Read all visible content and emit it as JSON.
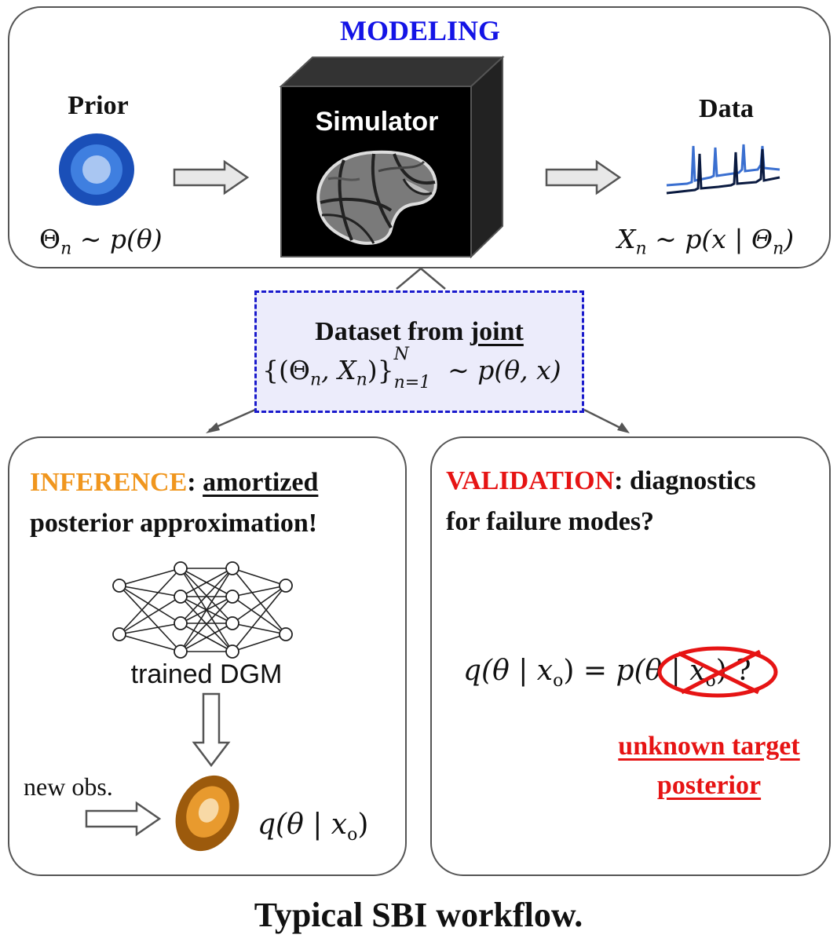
{
  "modeling": {
    "title": "MODELING",
    "prior_label": "Prior",
    "prior_formula": {
      "var": "Θ",
      "sub": "n",
      "rel": " ∼ ",
      "func": "p(θ)"
    },
    "simulator_label": "Simulator",
    "data_label": "Data",
    "data_formula": {
      "var": "X",
      "sub": "n",
      "rel": " ∼ ",
      "func": "p(x | Θ",
      "sub2": "n",
      "close": ")"
    }
  },
  "dataset": {
    "title_prefix": "Dataset from ",
    "title_emph": "joint",
    "formula": {
      "open": "{(Θ",
      "sub1": "n",
      "mid": ", X",
      "sub2": "n",
      "close": ")}",
      "sup": "N",
      "sub3": "n=1",
      "rel": " ∼ p(θ, x)"
    }
  },
  "inference": {
    "heading_colored": "INFERENCE",
    "heading_sep": ": ",
    "heading_emph": "amortized",
    "heading_line2": "posterior approximation!",
    "network_label": "trained DGM",
    "new_obs_label": "new obs.",
    "posterior_formula": {
      "text": "q(θ | x",
      "sub": "o",
      "close": ")"
    }
  },
  "validation": {
    "heading_colored": "VALIDATION",
    "heading_rest": ": diagnostics",
    "heading_line2": "for failure modes?",
    "formula_left": {
      "text": "q(θ | x",
      "sub": "o",
      "close": ") = "
    },
    "formula_right": {
      "text": "p(θ | x",
      "sub": "o",
      "close": ")"
    },
    "question": " ?",
    "unknown_line1": "unknown target",
    "unknown_line2": "posterior"
  },
  "caption": "Typical SBI workflow.",
  "colors": {
    "modeling_title": "#1414e6",
    "inference_title": "#f0961e",
    "validation_title": "#e61414",
    "unknown_text": "#e61414",
    "panel_border": "#555555",
    "dataset_bg": "#ececfb",
    "dataset_border": "#1a1acc",
    "prior_blob": "#1f5fc9",
    "posterior_blob": "#c27413"
  },
  "icons": [
    "arrow-right-icon",
    "arrow-down-icon",
    "neural-network-icon",
    "brain-icon",
    "spike-trace-icon"
  ]
}
